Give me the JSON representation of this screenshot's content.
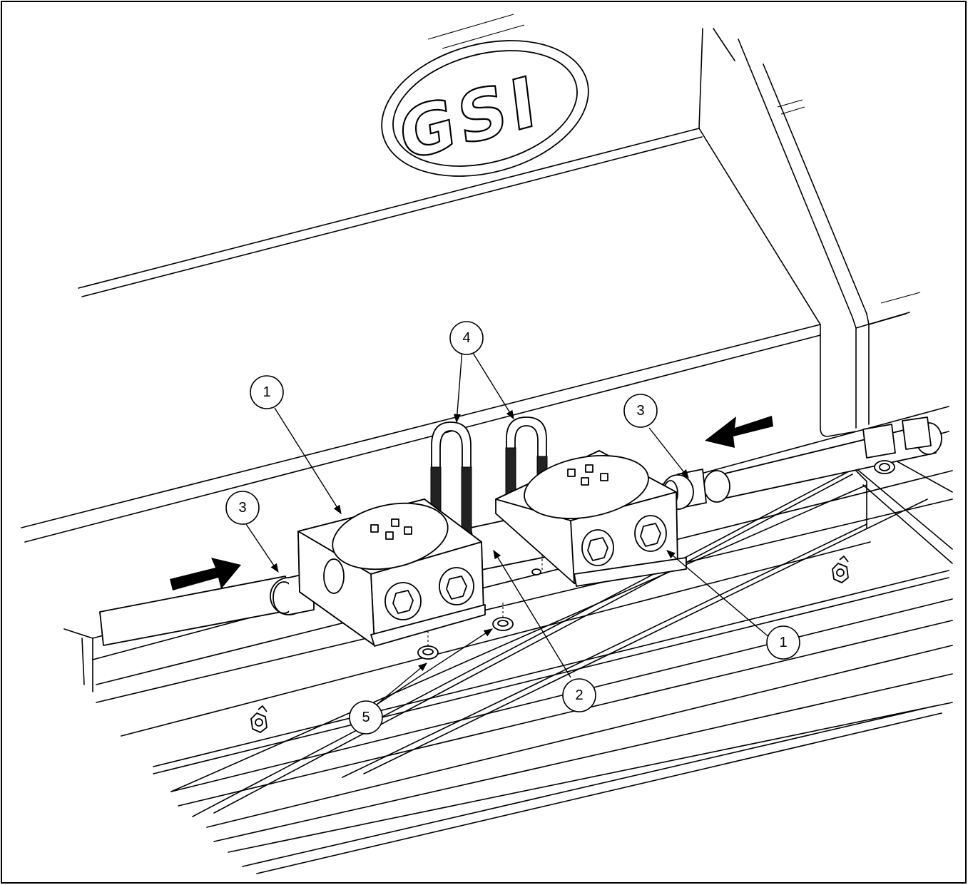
{
  "logo": {
    "text": "GSI"
  },
  "callouts": [
    {
      "id": "c1-left",
      "label": "1"
    },
    {
      "id": "c1-right",
      "label": "1"
    },
    {
      "id": "c2",
      "label": "2"
    },
    {
      "id": "c3-left",
      "label": "3"
    },
    {
      "id": "c3-right",
      "label": "3"
    },
    {
      "id": "c4",
      "label": "4"
    },
    {
      "id": "c5",
      "label": "5"
    }
  ],
  "flow_arrows": [
    {
      "id": "flow-in-left",
      "direction": "right"
    },
    {
      "id": "flow-in-right",
      "direction": "left"
    }
  ]
}
